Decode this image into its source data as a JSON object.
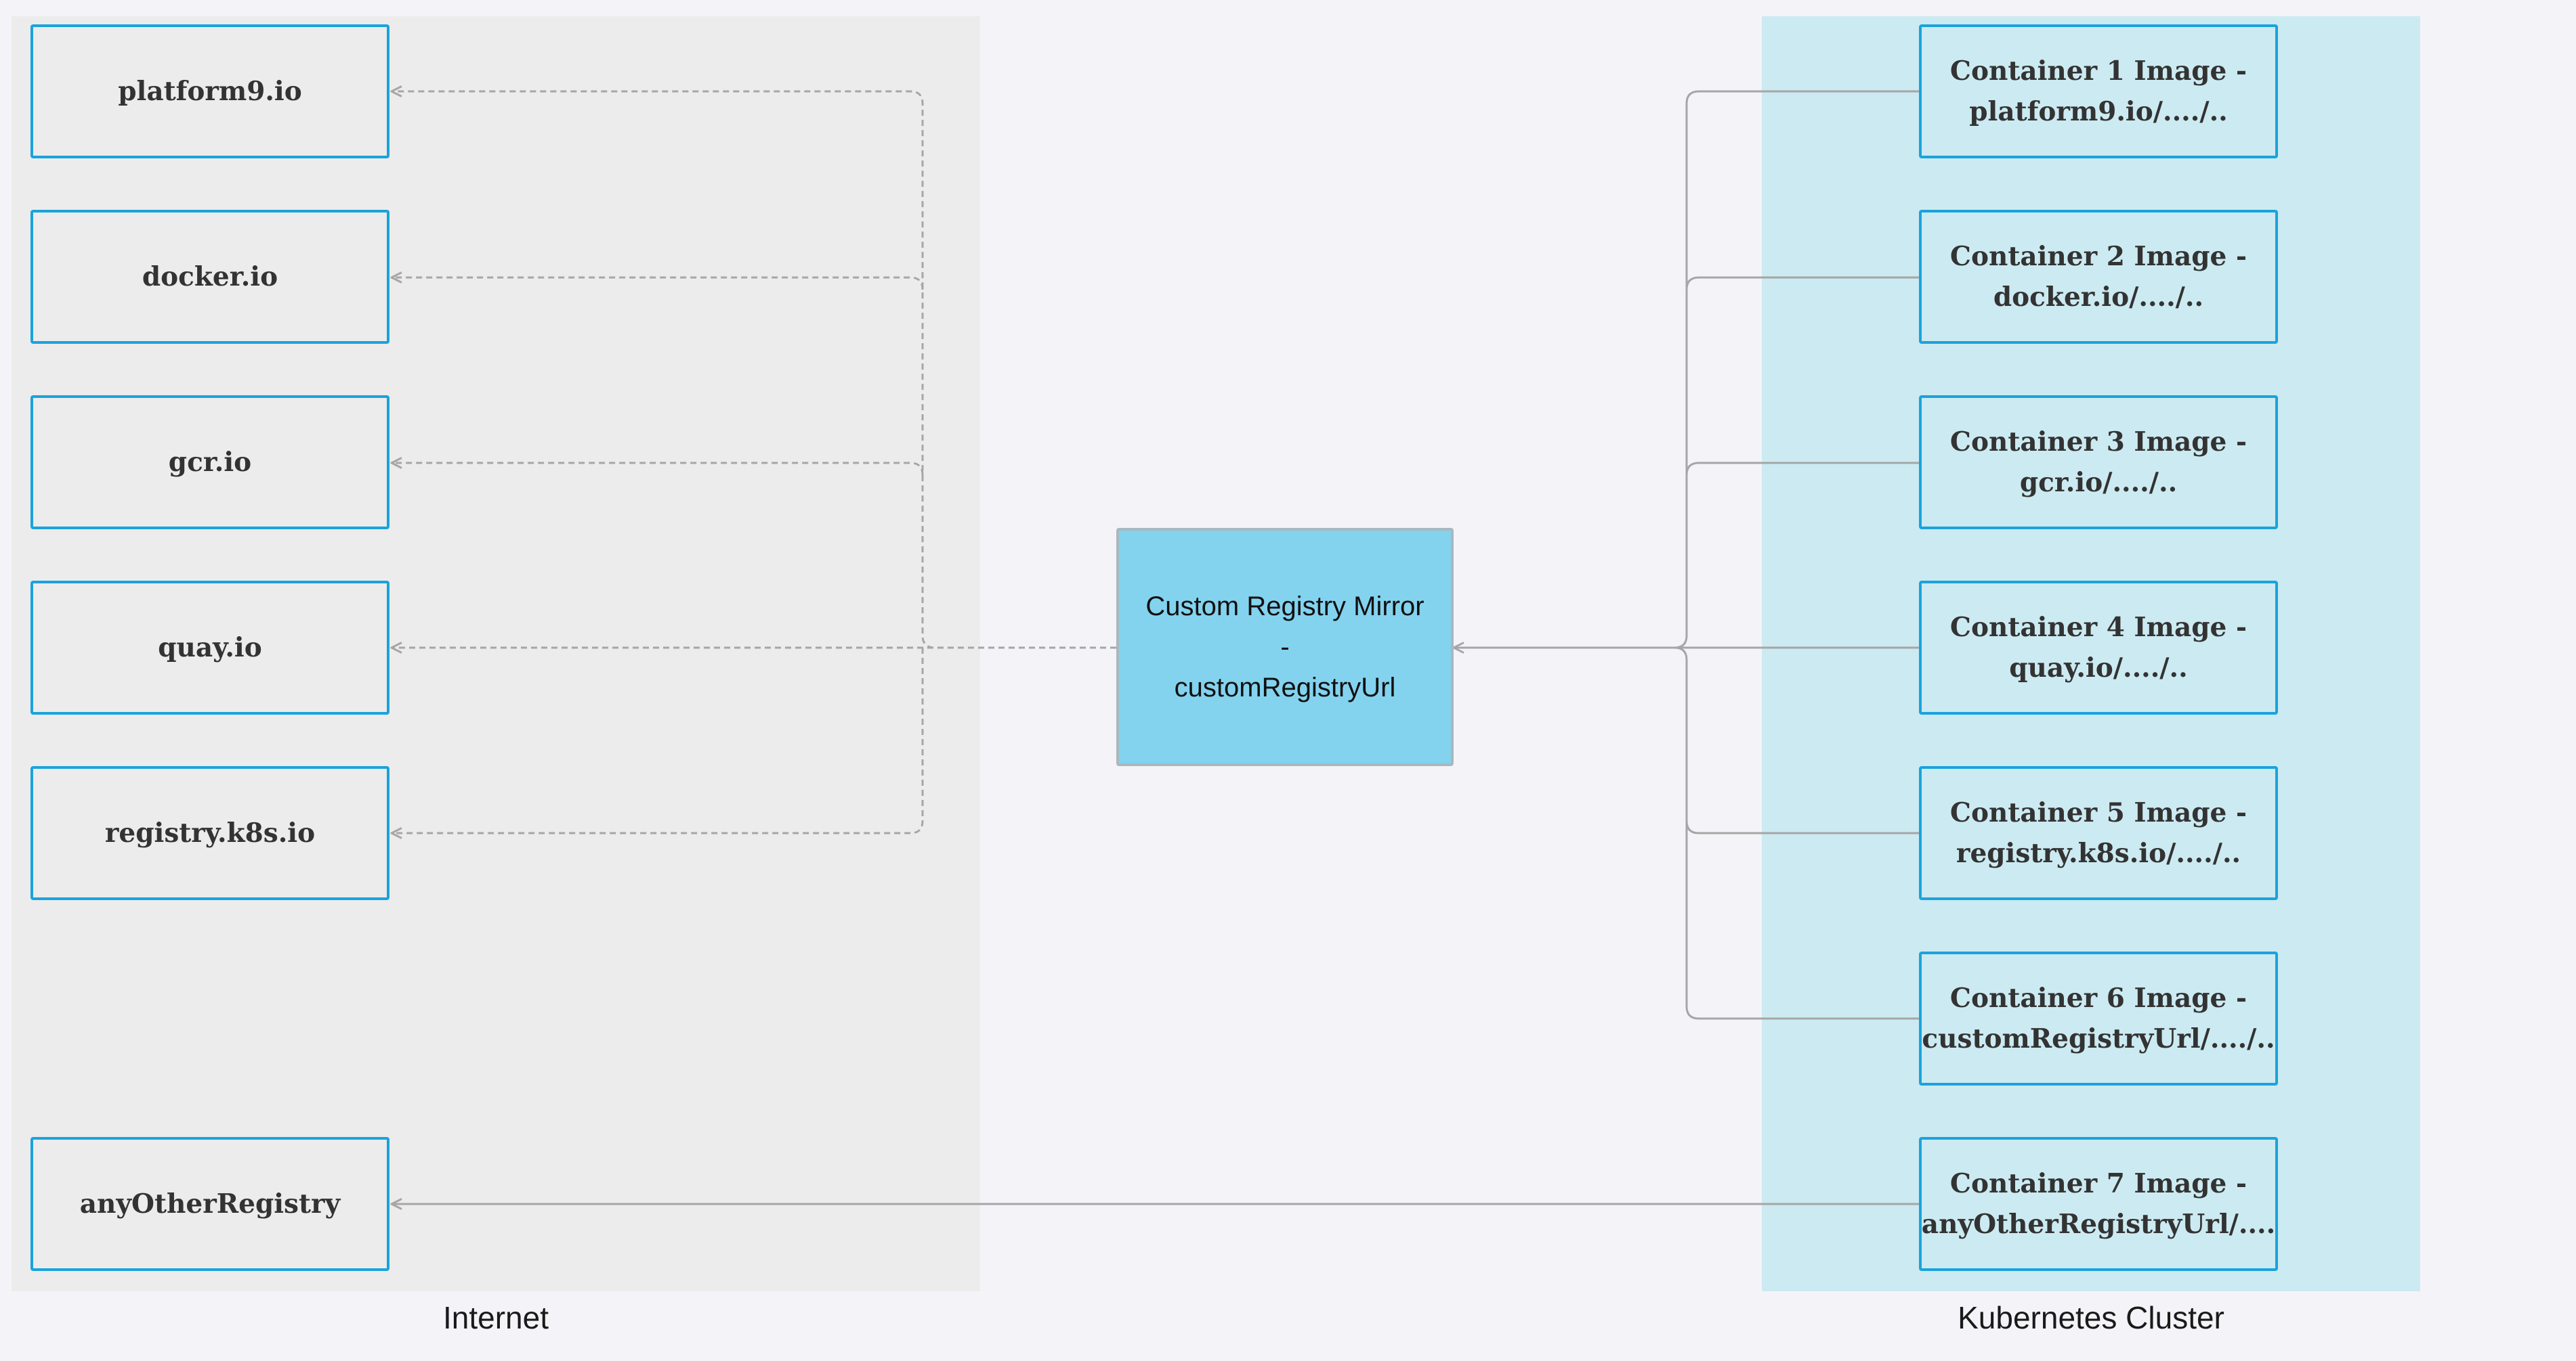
{
  "groups": {
    "internet": {
      "label": "Internet",
      "color": "#ececec"
    },
    "cluster": {
      "label": "Kubernetes Cluster",
      "color": "#cceaf1"
    }
  },
  "registries": [
    {
      "label": "platform9.io"
    },
    {
      "label": "docker.io"
    },
    {
      "label": "gcr.io"
    },
    {
      "label": "quay.io"
    },
    {
      "label": "registry.k8s.io"
    },
    {
      "label": "anyOtherRegistry"
    }
  ],
  "mirror": {
    "label": "Custom Registry Mirror\n-\ncustomRegistryUrl",
    "color": "#83d3ef"
  },
  "containers": [
    {
      "label": "Container 1 Image -\nplatform9.io/..../.."
    },
    {
      "label": "Container 2 Image -\ndocker.io/..../.."
    },
    {
      "label": "Container 3 Image -\ngcr.io/..../.."
    },
    {
      "label": "Container 4 Image -\nquay.io/..../.."
    },
    {
      "label": "Container 5 Image -\nregistry.k8s.io/..../.."
    },
    {
      "label": "Container 6 Image -\ncustomRegistryUrl/..../.."
    },
    {
      "label": "Container 7 Image -\nanyOtherRegistryUrl/...."
    }
  ],
  "colors": {
    "node_border": "#1aa3dc",
    "edge": "#a6a6a6"
  }
}
